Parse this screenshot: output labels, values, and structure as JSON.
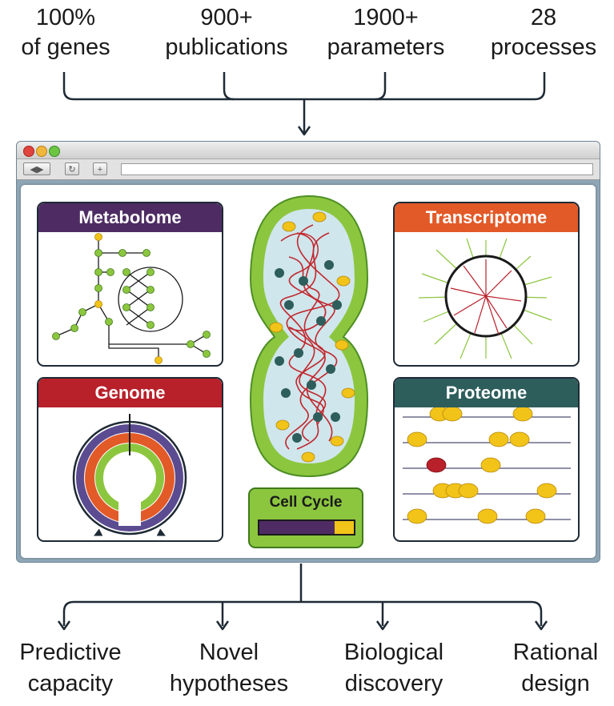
{
  "stats": [
    {
      "value": "100%",
      "label": "of genes"
    },
    {
      "value": "900+",
      "label": "publications"
    },
    {
      "value": "1900+",
      "label": "parameters"
    },
    {
      "value": "28",
      "label": "processes"
    }
  ],
  "panels": {
    "metabolome": "Metabolome",
    "transcriptome": "Transcriptome",
    "genome": "Genome",
    "proteome": "Proteome"
  },
  "cell_cycle": {
    "label": "Cell Cycle",
    "progress": 0.8
  },
  "outcomes": [
    {
      "line1": "Predictive",
      "line2": "capacity"
    },
    {
      "line1": "Novel",
      "line2": "hypotheses"
    },
    {
      "line1": "Biological",
      "line2": "discovery"
    },
    {
      "line1": "Rational",
      "line2": "design"
    }
  ],
  "colors": {
    "metabolome": "#4e2c63",
    "transcriptome": "#e25a28",
    "genome": "#b8202a",
    "proteome": "#2d5e5c",
    "cell_green": "#8cc63f",
    "protein_yellow": "#f2c318"
  },
  "browser": {
    "back_icon": "back-forward-icon",
    "reload_icon": "reload-icon",
    "new_tab_icon": "plus-icon"
  }
}
